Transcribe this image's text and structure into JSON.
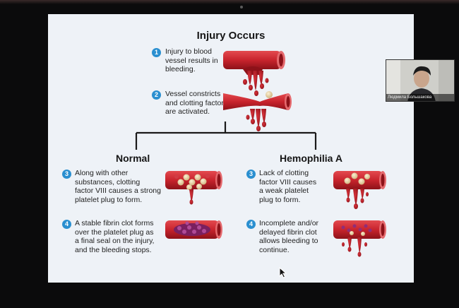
{
  "slide": {
    "title": "Injury Occurs",
    "steps_top": [
      {
        "num": "1",
        "text": [
          "Injury to blood",
          "vessel results in",
          "bleeding."
        ]
      },
      {
        "num": "2",
        "text": [
          "Vessel constricts",
          "and clotting factors",
          "are activated."
        ]
      }
    ],
    "normal": {
      "heading": "Normal",
      "steps": [
        {
          "num": "3",
          "text": [
            "Along with other",
            "substances, clotting",
            "factor VIII causes a strong",
            "platelet plug to form."
          ]
        },
        {
          "num": "4",
          "text": [
            "A stable fibrin clot forms",
            "over the platelet plug as",
            "a final seal on the injury,",
            "and the bleeding stops."
          ]
        }
      ]
    },
    "hemophilia": {
      "heading": "Hemophilia A",
      "steps": [
        {
          "num": "3",
          "text": [
            "Lack of clotting",
            "factor VIII causes",
            "a weak platelet",
            "plug to form."
          ]
        },
        {
          "num": "4",
          "text": [
            "Incomplete and/or",
            "delayed fibrin clot",
            "allows bleeding to",
            "continue."
          ]
        }
      ]
    }
  },
  "participant": {
    "name": "Людмила Большакова"
  },
  "colors": {
    "badge": "#2a8fd0",
    "vessel": "#c8242d",
    "vessel_dark": "#8d1219",
    "blood": "#b5151f",
    "platelet": "#ecd6a6",
    "fibrin": "#8e2d7a",
    "slide_bg": "#eef2f7"
  }
}
